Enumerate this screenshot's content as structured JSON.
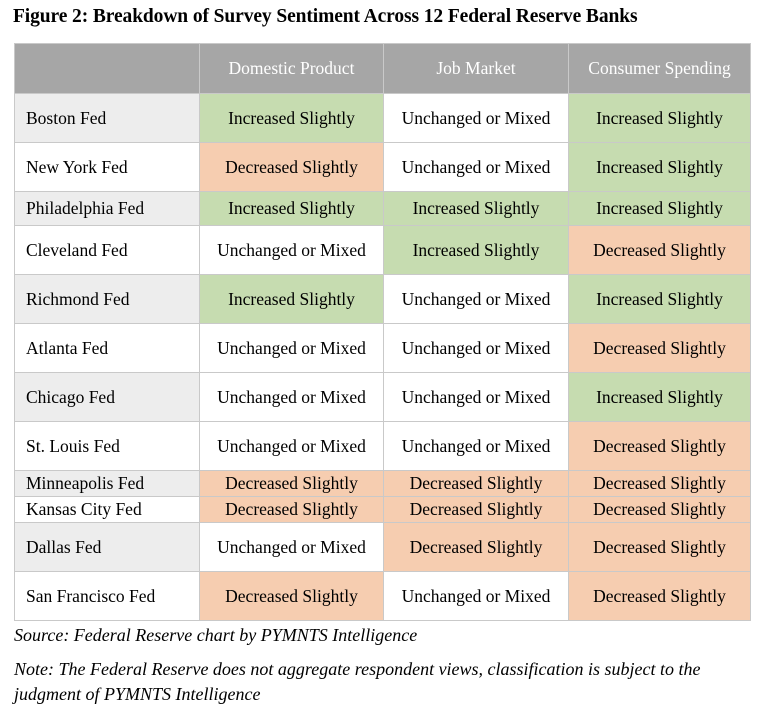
{
  "figure": {
    "title": "Figure 2: Breakdown of Survey Sentiment Across 12 Federal Reserve Banks",
    "source_note": "Source: Federal Reserve chart by PYMNTS Intelligence",
    "method_note": "Note: The Federal Reserve does not aggregate respondent views, classification is subject to the judgment of PYMNTS Intelligence"
  },
  "colors": {
    "header_background": "#a6a6a6",
    "header_text": "#ffffff",
    "increased": "#c6dcb0",
    "decreased": "#f6cdb0",
    "unchanged": "#ffffff",
    "row_alt_label": "#ededed",
    "grid_line": "#c9c9c9"
  },
  "chart_data": {
    "type": "table",
    "title": "Figure 2: Breakdown of Survey Sentiment Across 12 Federal Reserve Banks",
    "columns": [
      "",
      "Domestic Product",
      "Job Market",
      "Consumer Spending"
    ],
    "legend": [
      "Increased Slightly",
      "Unchanged or Mixed",
      "Decreased Slightly"
    ],
    "rows": [
      {
        "bank": "Boston Fed",
        "domestic_product": "Increased Slightly",
        "job_market": "Unchanged or Mixed",
        "consumer_spending": "Increased Slightly"
      },
      {
        "bank": "New York Fed",
        "domestic_product": "Decreased Slightly",
        "job_market": "Unchanged or Mixed",
        "consumer_spending": "Increased Slightly"
      },
      {
        "bank": "Philadelphia Fed",
        "domestic_product": "Increased Slightly",
        "job_market": "Increased Slightly",
        "consumer_spending": "Increased Slightly"
      },
      {
        "bank": "Cleveland Fed",
        "domestic_product": "Unchanged or Mixed",
        "job_market": "Increased Slightly",
        "consumer_spending": "Decreased Slightly"
      },
      {
        "bank": "Richmond Fed",
        "domestic_product": "Increased Slightly",
        "job_market": "Unchanged or Mixed",
        "consumer_spending": "Increased Slightly"
      },
      {
        "bank": "Atlanta Fed",
        "domestic_product": "Unchanged or Mixed",
        "job_market": "Unchanged or Mixed",
        "consumer_spending": "Decreased Slightly"
      },
      {
        "bank": "Chicago Fed",
        "domestic_product": "Unchanged or Mixed",
        "job_market": "Unchanged or Mixed",
        "consumer_spending": "Increased Slightly"
      },
      {
        "bank": "St. Louis Fed",
        "domestic_product": "Unchanged or Mixed",
        "job_market": "Unchanged or Mixed",
        "consumer_spending": "Decreased Slightly"
      },
      {
        "bank": "Minneapolis Fed",
        "domestic_product": "Decreased Slightly",
        "job_market": "Decreased Slightly",
        "consumer_spending": "Decreased Slightly"
      },
      {
        "bank": "Kansas City Fed",
        "domestic_product": "Decreased Slightly",
        "job_market": "Decreased Slightly",
        "consumer_spending": "Decreased Slightly"
      },
      {
        "bank": "Dallas Fed",
        "domestic_product": "Unchanged or Mixed",
        "job_market": "Decreased Slightly",
        "consumer_spending": "Decreased Slightly"
      },
      {
        "bank": "San Francisco Fed",
        "domestic_product": "Decreased Slightly",
        "job_market": "Unchanged or Mixed",
        "consumer_spending": "Decreased Slightly"
      }
    ]
  },
  "table": {
    "header": {
      "corner": "",
      "col_domestic_product": "Domestic Product",
      "col_job_market": "Job Market",
      "col_consumer_spending": "Consumer Spending"
    },
    "rows": [
      {
        "bank": "Boston Fed",
        "domestic_product": "Increased Slightly",
        "job_market": "Unchanged or Mixed",
        "consumer_spending": "Increased Slightly",
        "dp_state": "inc",
        "jm_state": "unch",
        "cs_state": "inc",
        "height": "tall",
        "alt": true
      },
      {
        "bank": "New York Fed",
        "domestic_product": "Decreased Slightly",
        "job_market": "Unchanged or Mixed",
        "consumer_spending": "Increased Slightly",
        "dp_state": "dec",
        "jm_state": "unch",
        "cs_state": "inc",
        "height": "tall",
        "alt": false
      },
      {
        "bank": "Philadelphia Fed",
        "domestic_product": "Increased Slightly",
        "job_market": "Increased Slightly",
        "consumer_spending": "Increased Slightly",
        "dp_state": "inc",
        "jm_state": "inc",
        "cs_state": "inc",
        "height": "short",
        "alt": true
      },
      {
        "bank": "Cleveland Fed",
        "domestic_product": "Unchanged or Mixed",
        "job_market": "Increased Slightly",
        "consumer_spending": "Decreased Slightly",
        "dp_state": "unch",
        "jm_state": "inc",
        "cs_state": "dec",
        "height": "tall",
        "alt": false
      },
      {
        "bank": "Richmond Fed",
        "domestic_product": "Increased Slightly",
        "job_market": "Unchanged or Mixed",
        "consumer_spending": "Increased Slightly",
        "dp_state": "inc",
        "jm_state": "unch",
        "cs_state": "inc",
        "height": "tall",
        "alt": true
      },
      {
        "bank": "Atlanta Fed",
        "domestic_product": "Unchanged or Mixed",
        "job_market": "Unchanged or Mixed",
        "consumer_spending": "Decreased Slightly",
        "dp_state": "unch",
        "jm_state": "unch",
        "cs_state": "dec",
        "height": "tall",
        "alt": false
      },
      {
        "bank": "Chicago Fed",
        "domestic_product": "Unchanged or Mixed",
        "job_market": "Unchanged or Mixed",
        "consumer_spending": "Increased Slightly",
        "dp_state": "unch",
        "jm_state": "unch",
        "cs_state": "inc",
        "height": "tall",
        "alt": true
      },
      {
        "bank": "St. Louis Fed",
        "domestic_product": "Unchanged or Mixed",
        "job_market": "Unchanged or Mixed",
        "consumer_spending": "Decreased Slightly",
        "dp_state": "unch",
        "jm_state": "unch",
        "cs_state": "dec",
        "height": "tall",
        "alt": false
      },
      {
        "bank": "Minneapolis Fed",
        "domestic_product": "Decreased Slightly",
        "job_market": "Decreased Slightly",
        "consumer_spending": "Decreased Slightly",
        "dp_state": "dec",
        "jm_state": "dec",
        "cs_state": "dec",
        "height": "tiny",
        "alt": true
      },
      {
        "bank": "Kansas City Fed",
        "domestic_product": "Decreased Slightly",
        "job_market": "Decreased Slightly",
        "consumer_spending": "Decreased Slightly",
        "dp_state": "dec",
        "jm_state": "dec",
        "cs_state": "dec",
        "height": "tiny",
        "alt": false
      },
      {
        "bank": "Dallas Fed",
        "domestic_product": "Unchanged or Mixed",
        "job_market": "Decreased Slightly",
        "consumer_spending": "Decreased Slightly",
        "dp_state": "unch",
        "jm_state": "dec",
        "cs_state": "dec",
        "height": "tall",
        "alt": true
      },
      {
        "bank": "San Francisco Fed",
        "domestic_product": "Decreased Slightly",
        "job_market": "Unchanged or Mixed",
        "consumer_spending": "Decreased Slightly",
        "dp_state": "dec",
        "jm_state": "unch",
        "cs_state": "dec",
        "height": "tall",
        "alt": false
      }
    ]
  }
}
